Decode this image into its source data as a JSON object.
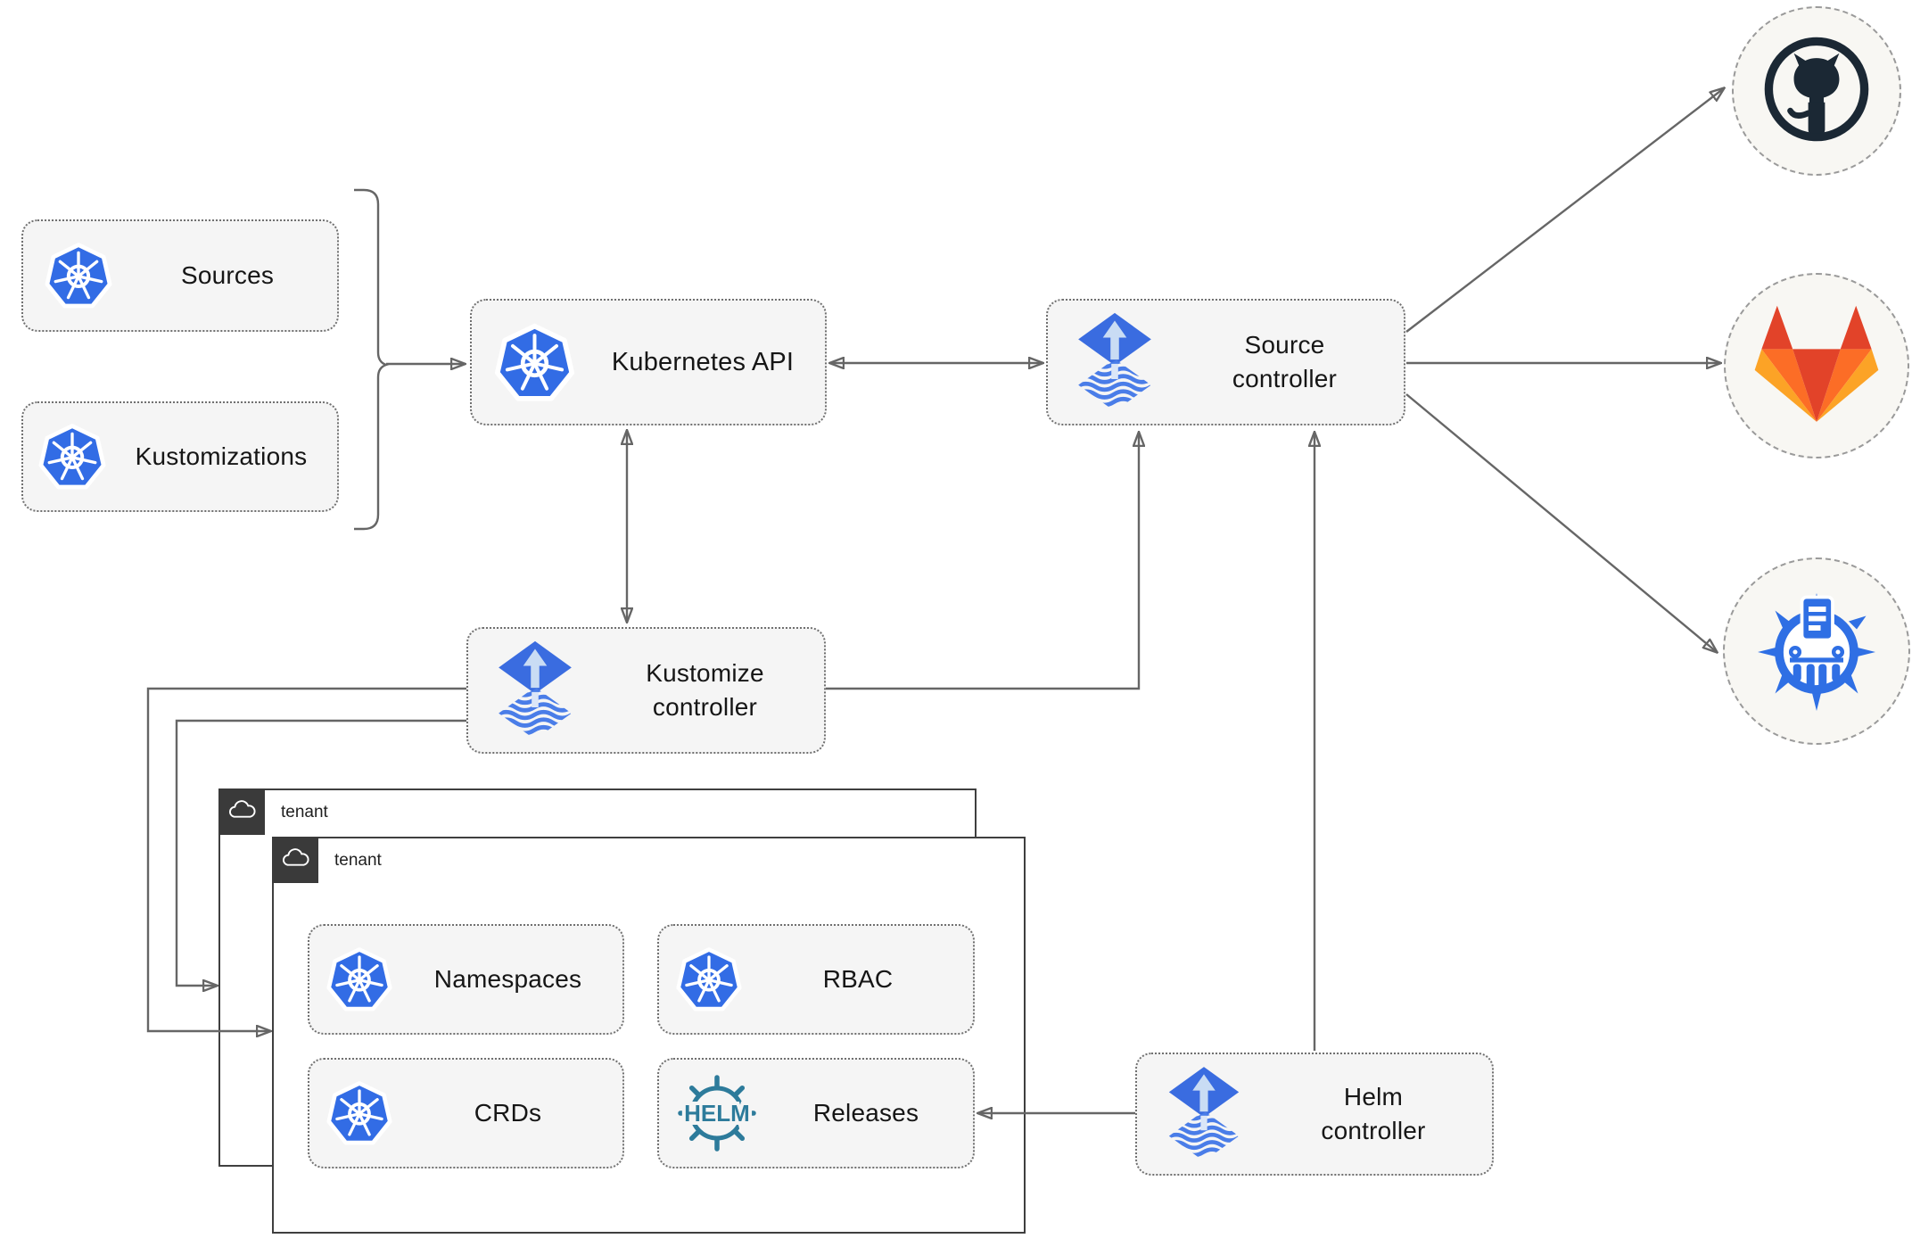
{
  "diagram": {
    "type": "flux-gitops-architecture",
    "nodes": {
      "sources": {
        "label": "Sources",
        "icon": "kubernetes-icon"
      },
      "kustomizations": {
        "label": "Kustomizations",
        "icon": "kubernetes-icon"
      },
      "kubernetes_api": {
        "label": "Kubernetes API",
        "icon": "kubernetes-icon"
      },
      "source_controller": {
        "label": "Source\ncontroller",
        "icon": "flux-icon"
      },
      "kustomize_controller": {
        "label": "Kustomize\ncontroller",
        "icon": "flux-icon"
      },
      "helm_controller": {
        "label": "Helm\ncontroller",
        "icon": "flux-icon"
      },
      "tenant_back": {
        "label": "tenant",
        "icon": "cloud-icon"
      },
      "tenant_front": {
        "label": "tenant",
        "icon": "cloud-icon"
      },
      "namespaces": {
        "label": "Namespaces",
        "icon": "kubernetes-icon"
      },
      "rbac": {
        "label": "RBAC",
        "icon": "kubernetes-icon"
      },
      "crds": {
        "label": "CRDs",
        "icon": "kubernetes-icon"
      },
      "releases": {
        "label": "Releases",
        "icon": "helm-icon"
      }
    },
    "endpoints": {
      "github": {
        "icon": "github-icon"
      },
      "gitlab": {
        "icon": "gitlab-icon"
      },
      "helm_repository": {
        "icon": "helm-repository-icon"
      }
    },
    "icon_text": {
      "helm_logo": "HELM"
    },
    "colors": {
      "kubernetes_blue": "#326ce5",
      "flux_blue": "#3a6ce0",
      "flux_wave_blue": "#4a7de8",
      "helm_teal": "#2d7b9b",
      "github_dark": "#1b2834",
      "gitlab_red": "#e24329",
      "gitlab_orange": "#fc6d26",
      "gitlab_amber": "#fca326",
      "line_gray": "#666666",
      "node_fill": "#f5f5f5",
      "tenant_header_dark": "#3a3a3a"
    }
  }
}
